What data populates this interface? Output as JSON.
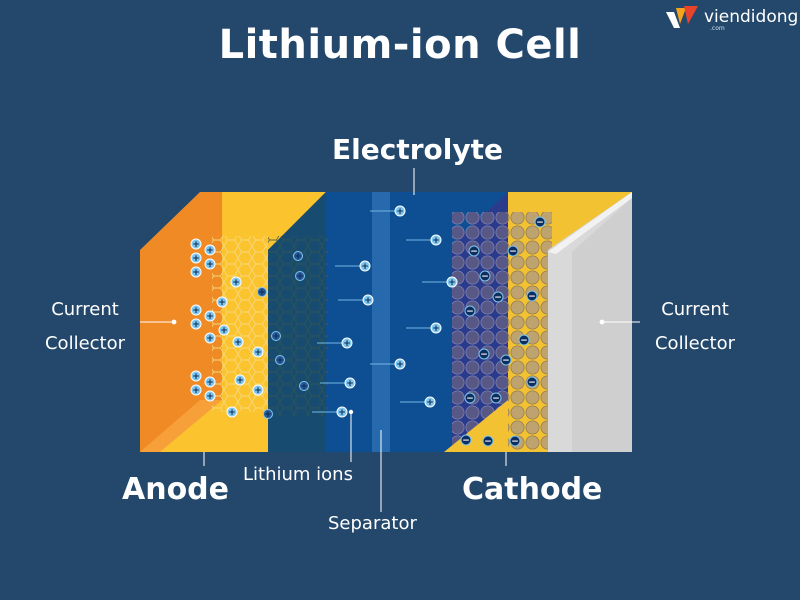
{
  "brand": {
    "name": "viendidong",
    "sub": ".com"
  },
  "title": "Lithium-ion Cell",
  "labels": {
    "electrolyte": "Electrolyte",
    "current_collector_left": [
      "Current",
      "Collector"
    ],
    "current_collector_right": [
      "Current",
      "Collector"
    ],
    "anode": "Anode",
    "lithium_ions": "Lithium ions",
    "separator": "Separator",
    "cathode": "Cathode"
  },
  "ion_symbol": "+",
  "electron_symbol": "−",
  "colors": {
    "background": "#24486b",
    "anode_collector": "#f08a24",
    "anode_layer": "#fbc42f",
    "electrolyte": "#0e4e92",
    "separator": "#2a6fb0",
    "cathode_layer": "#2a3b8c",
    "cathode_collector": "#f3c232",
    "casing": "#d9d9d9",
    "ion": "#7ec6ee"
  }
}
